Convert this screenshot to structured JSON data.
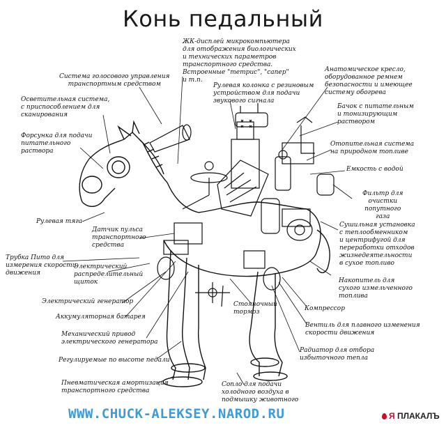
{
  "title": "Конь педальный",
  "labels": {
    "lcd": [
      "ЖК-дисплей микрокомпьютера",
      "для отображения биологических",
      "и технических параметров",
      "транспортного средства.",
      "Встроенные \"тетрис\", \"сапер\"",
      "и т.п."
    ],
    "voice": [
      "Система голосового управления",
      "транспортным средством"
    ],
    "light": [
      "Осветительная система,",
      "с приспособлением для",
      "сканирования"
    ],
    "nozzle": [
      "Форсунка для подачи",
      "питательного",
      "раствора"
    ],
    "column": [
      "Рулевая колонка с резиновым",
      "устройством для подачи",
      "звукового сигнала"
    ],
    "seat": [
      "Анатомическое кресло,",
      "оборудованное ремнем",
      "безопасности и имеющее",
      "систему обогрева"
    ],
    "tanks": [
      "Бачок с питательным",
      "и тонизирующим",
      "раствором"
    ],
    "heating": [
      "Отопительная система",
      "на природном топливе"
    ],
    "water": [
      "Емкость с водой"
    ],
    "filter": [
      "Фильтр для",
      "очистки",
      "попутного",
      "газа"
    ],
    "steering": [
      "Рулевая тяга"
    ],
    "pulse": [
      "Датчик пульса",
      "транспортного",
      "средства"
    ],
    "dryer": [
      "Сушильная установка",
      "с теплообменником",
      "и центрифугой для",
      "переработки отходов",
      "жизнедеятельности",
      "в сухое топливо"
    ],
    "pitot": [
      "Трубка Пито для",
      "измерения скорости",
      "движения"
    ],
    "panel": [
      "Электрический",
      "распределительный",
      "щиток"
    ],
    "storage": [
      "Накопитель для",
      "сухого измельченного",
      "топлива"
    ],
    "generator": [
      "Электрический генератор"
    ],
    "brake": [
      "Стояночный",
      "тормоз"
    ],
    "compressor": [
      "Компрессор"
    ],
    "battery": [
      "Аккумуляторная батарея"
    ],
    "valve": [
      "Вентиль для плавного изменения",
      "скорости движения"
    ],
    "drive": [
      "Механический привод",
      "электрического генератора"
    ],
    "radiator": [
      "Радиатор для отбора",
      "избыточного тепла"
    ],
    "pedals": [
      "Регулируемые по высоте педали"
    ],
    "pneumatic": [
      "Пневматическая амортизация",
      "транспортного средства"
    ],
    "nozzle_air": [
      "Сопло для подачи",
      "холодного воздуха в",
      "подмышку животного"
    ]
  },
  "footer": {
    "url": "WWW.CHUCK-ALEKSEY.NAROD.RU",
    "logo_ya": "Я",
    "logo_text": "ПЛАКАЛЪ"
  }
}
